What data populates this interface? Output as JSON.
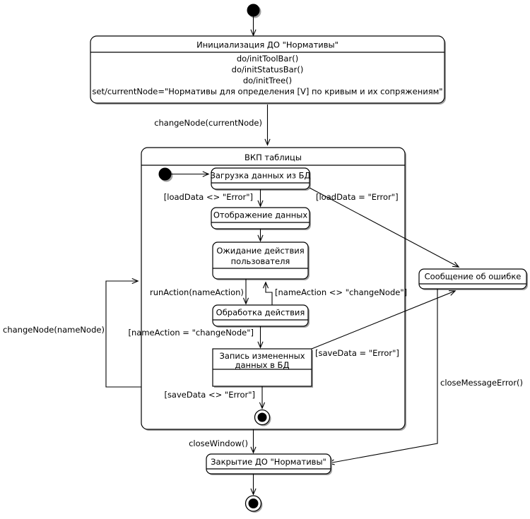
{
  "diagram": {
    "type": "uml-state-machine",
    "title": "",
    "colors": {
      "stroke": "#000000",
      "fill": "#ffffff",
      "shadow": "#a0a0a0"
    },
    "pseudostates": {
      "start_top": "initial-state",
      "start_inner": "initial-state",
      "final_inner": "final-state",
      "final_bottom": "final-state"
    },
    "states": {
      "init": {
        "name": "Инициализация ДО \"Нормативы\"",
        "actions": [
          "do/initToolBar()",
          "do/initStatusBar()",
          "do/initTree()",
          "set/currentNode=\"Нормативы для определения [V] по кривым и их сопряжениям\""
        ]
      },
      "composite": {
        "name": "ВКП таблицы"
      },
      "load": {
        "name": "Загрузка данных из БД"
      },
      "display": {
        "name": "Отображение данных"
      },
      "wait": {
        "name_line1": "Ожидание действия",
        "name_line2": "пользователя"
      },
      "process": {
        "name": "Обработка действия"
      },
      "save": {
        "name_line1": "Запись измененных",
        "name_line2": "данных в БД"
      },
      "error": {
        "name": "Сообщение об ошибке"
      },
      "close": {
        "name": "Закрытие ДО \"Нормативы\""
      }
    },
    "transitions": [
      {
        "id": "t-start-init",
        "label": "",
        "from": "start_top",
        "to": "init"
      },
      {
        "id": "t-init-composite",
        "label": "changeNode(currentNode)",
        "from": "init",
        "to": "composite"
      },
      {
        "id": "t-startinner-load",
        "label": "",
        "from": "start_inner",
        "to": "load"
      },
      {
        "id": "t-load-display",
        "label": "[loadData <> \"Error\"]",
        "from": "load",
        "to": "display"
      },
      {
        "id": "t-load-error",
        "label": "[loadData = \"Error\"]",
        "from": "load",
        "to": "error"
      },
      {
        "id": "t-display-wait",
        "label": "",
        "from": "display",
        "to": "wait"
      },
      {
        "id": "t-wait-process",
        "label": "runAction(nameAction)",
        "from": "wait",
        "to": "process"
      },
      {
        "id": "t-process-wait",
        "label": "[nameAction <> \"changeNode\"]",
        "from": "process",
        "to": "wait"
      },
      {
        "id": "t-process-save",
        "label": "[nameAction = \"changeNode\"]",
        "from": "process",
        "to": "save"
      },
      {
        "id": "t-save-error",
        "label": "[saveData = \"Error\"]",
        "from": "save",
        "to": "error"
      },
      {
        "id": "t-save-final",
        "label": "[saveData <> \"Error\"]",
        "from": "save",
        "to": "final_inner"
      },
      {
        "id": "t-composite-self",
        "label": "changeNode(nameNode)",
        "from": "composite",
        "to": "composite"
      },
      {
        "id": "t-composite-close",
        "label": "closeWindow()",
        "from": "composite",
        "to": "close"
      },
      {
        "id": "t-error-close",
        "label": "closeMessageError()",
        "from": "error",
        "to": "close"
      },
      {
        "id": "t-close-final",
        "label": "",
        "from": "close",
        "to": "final_bottom"
      }
    ]
  }
}
